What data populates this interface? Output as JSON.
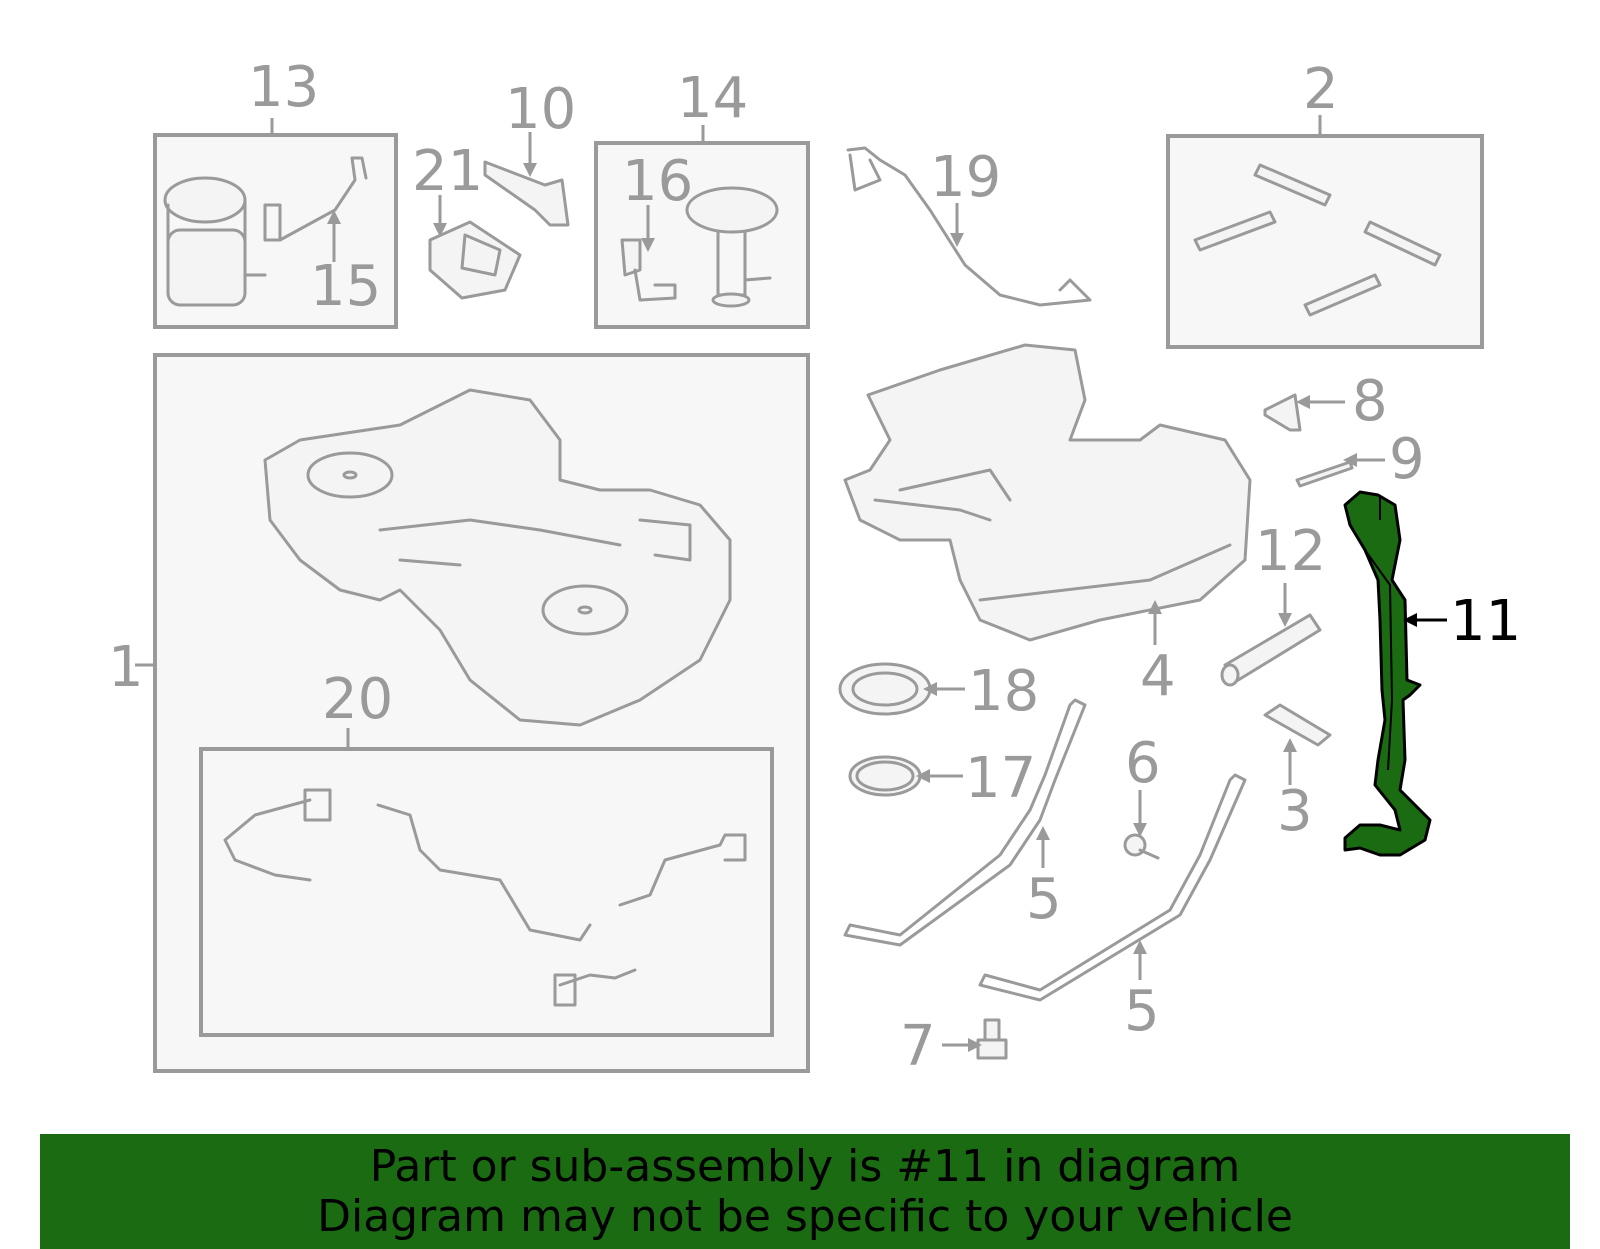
{
  "callouts": {
    "c1": "1",
    "c2": "2",
    "c3": "3",
    "c4": "4",
    "c5a": "5",
    "c5b": "5",
    "c6": "6",
    "c7": "7",
    "c8": "8",
    "c9": "9",
    "c10": "10",
    "c11": "11",
    "c12": "12",
    "c13": "13",
    "c14": "14",
    "c15": "15",
    "c16": "16",
    "c17": "17",
    "c18": "18",
    "c19": "19",
    "c20": "20",
    "c21": "21"
  },
  "highlight": {
    "part_number": "11",
    "color": "#1a6b12"
  },
  "footer": {
    "line1": "Part or sub-assembly is #11 in diagram",
    "line2": "Diagram may not be specific to your vehicle"
  }
}
